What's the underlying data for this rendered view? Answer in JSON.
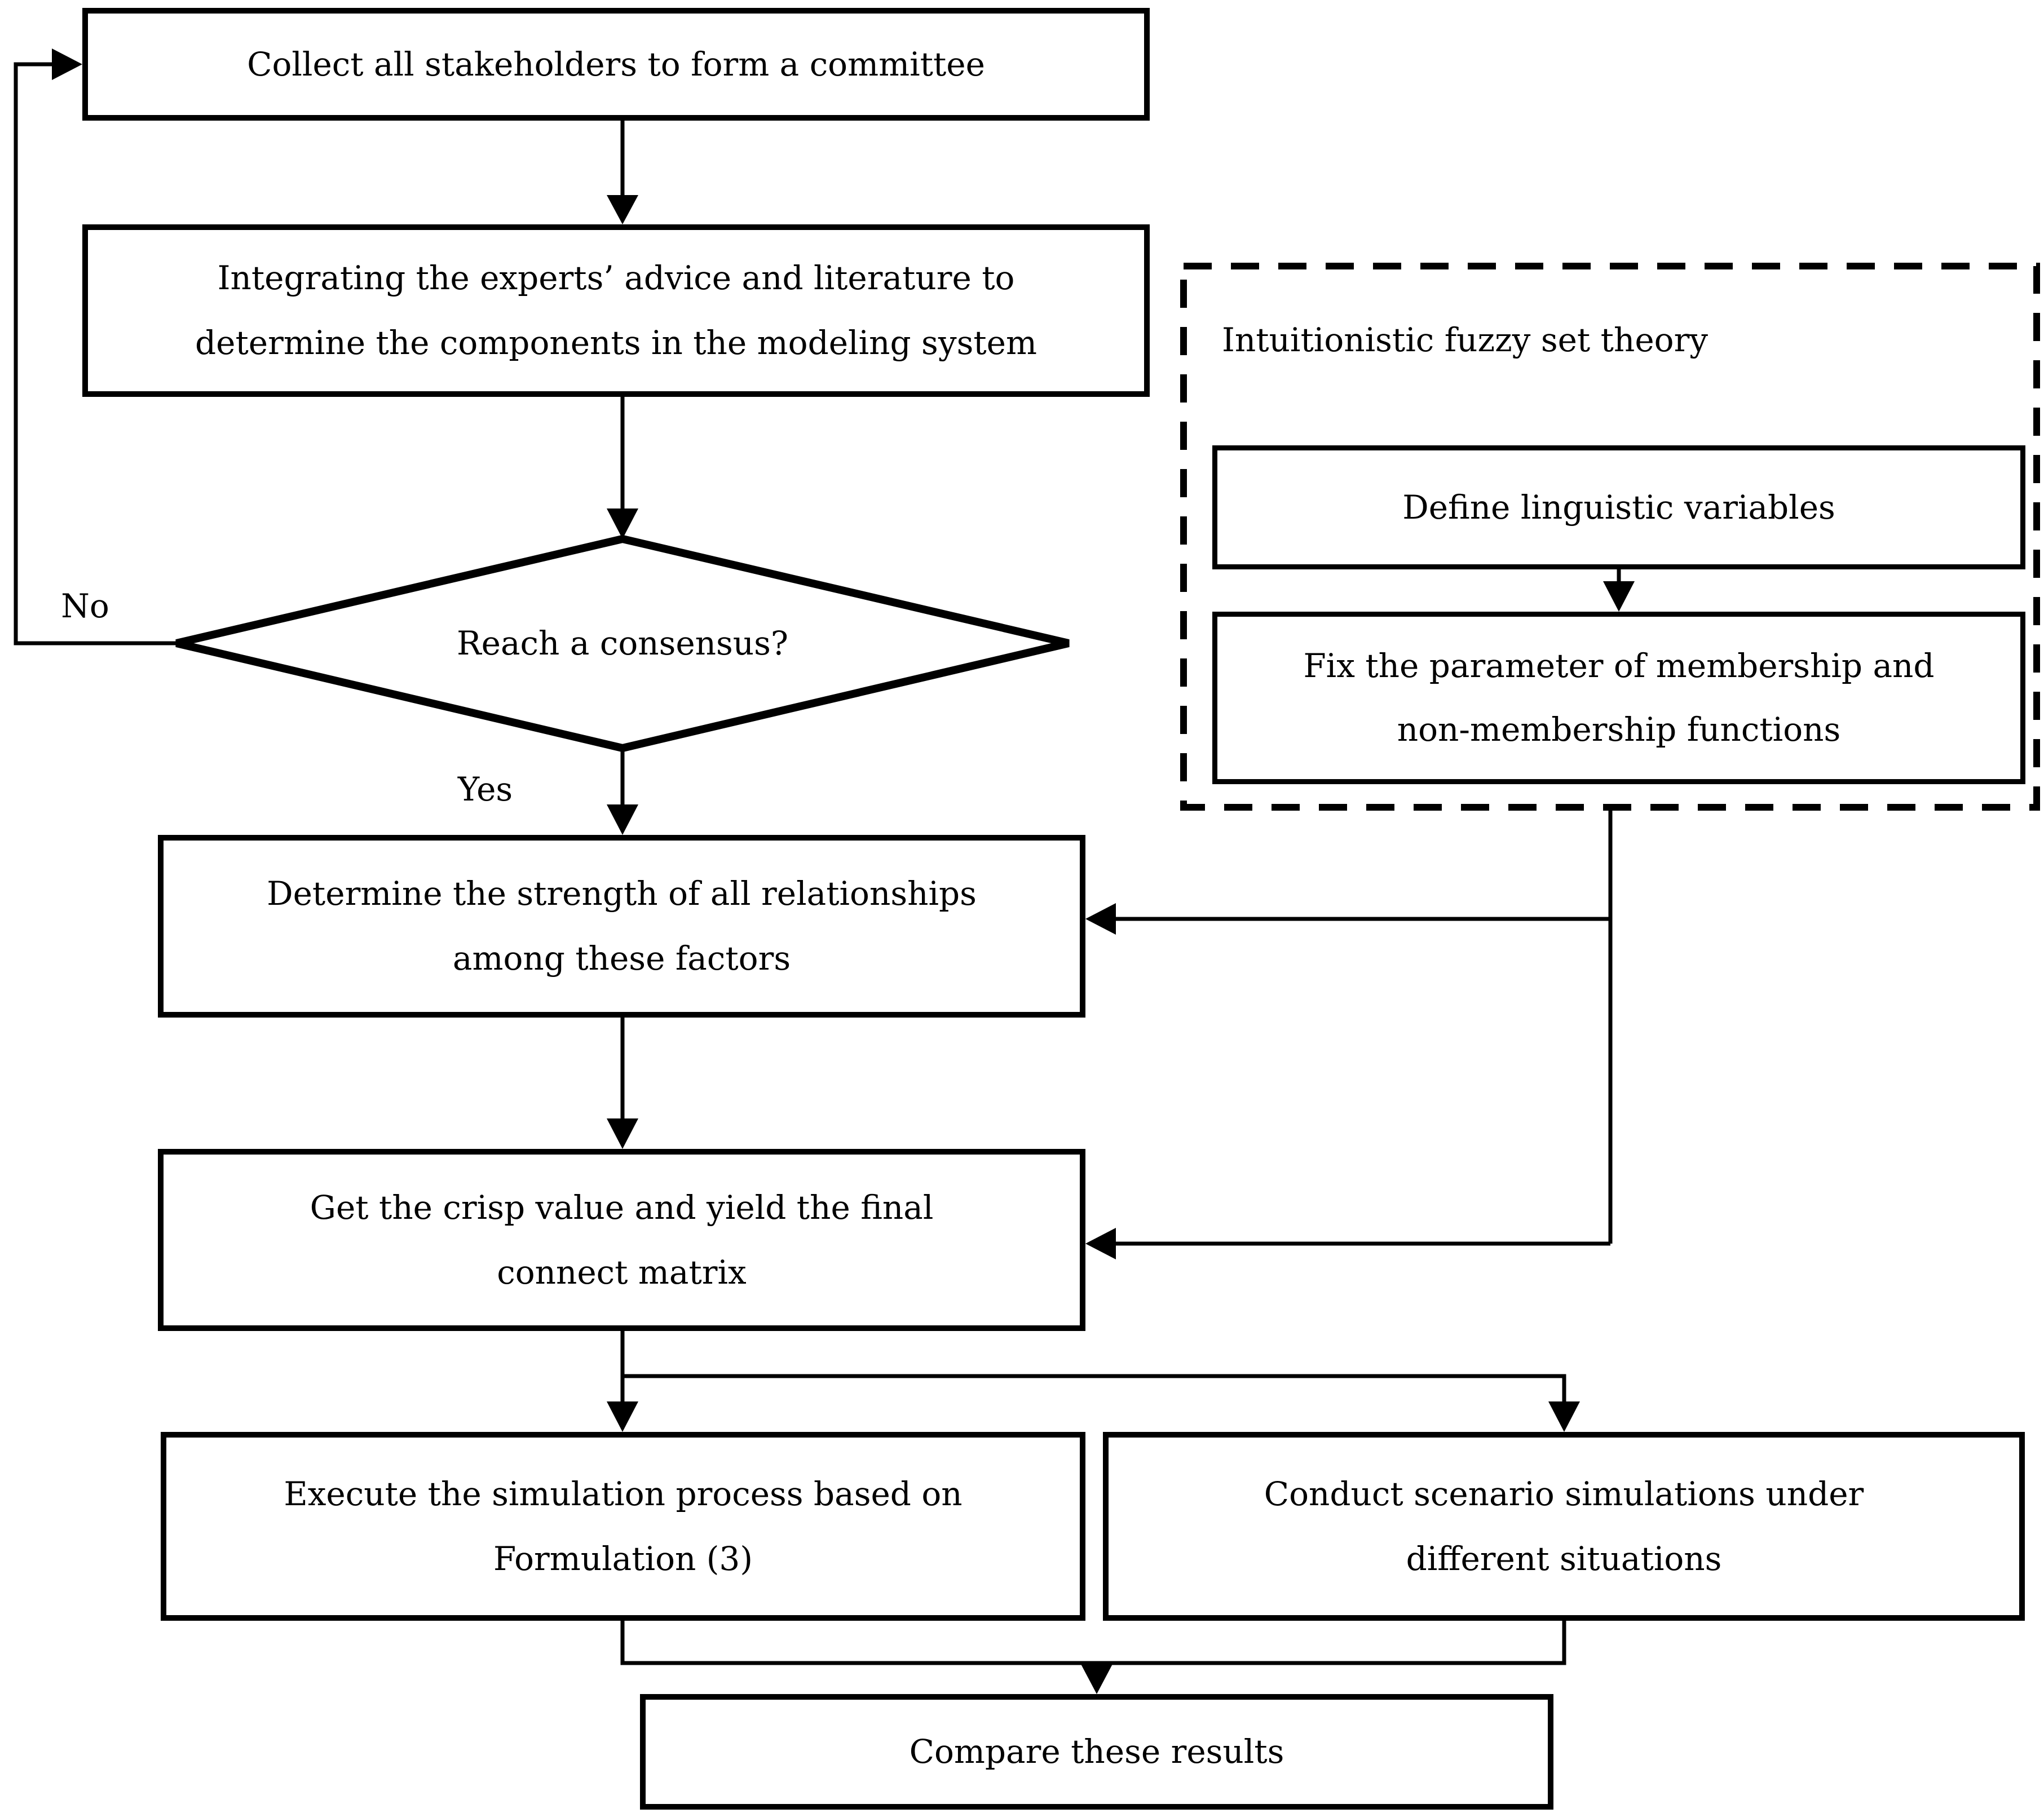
{
  "figure": {
    "background_color": "#ffffff",
    "line_color": "#000000"
  },
  "nodes": {
    "collect": {
      "lines": [
        "Collect all stakeholders to form a committee"
      ]
    },
    "integrate": {
      "lines": [
        "Integrating the experts’ advice and literature to",
        "determine the components in the modeling system"
      ]
    },
    "consensus": {
      "label": "Reach a consensus?"
    },
    "determine": {
      "lines": [
        "Determine the strength of all relationships",
        "among these factors"
      ]
    },
    "crisp": {
      "lines": [
        "Get the crisp value and yield the final",
        "connect matrix"
      ]
    },
    "execute": {
      "lines": [
        "Execute the simulation process based on",
        "Formulation (3)"
      ]
    },
    "conduct": {
      "lines": [
        "Conduct scenario simulations under",
        "different situations"
      ]
    },
    "compare": {
      "lines": [
        "Compare these results"
      ]
    }
  },
  "group": {
    "title": "Intuitionistic fuzzy set theory",
    "nodes": {
      "define": {
        "lines": [
          "Define linguistic variables"
        ]
      },
      "fix": {
        "lines": [
          "Fix the parameter of membership and",
          "non-membership functions"
        ]
      }
    }
  },
  "edge_labels": {
    "no": "No",
    "yes": "Yes"
  }
}
